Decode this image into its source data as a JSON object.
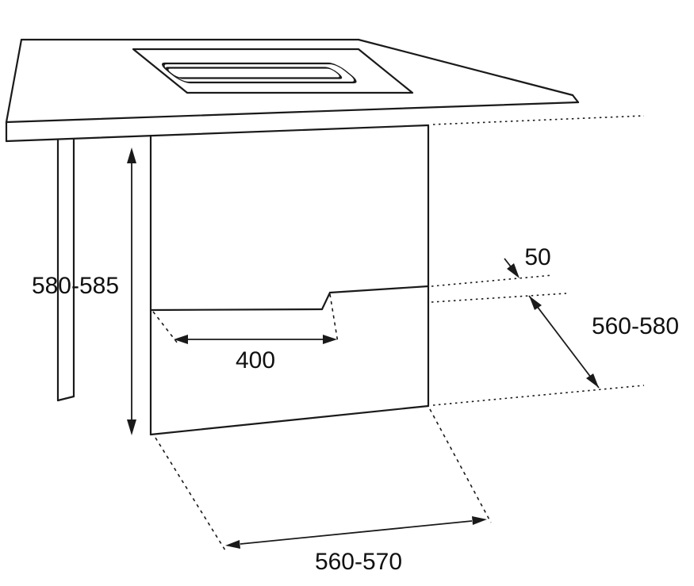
{
  "diagram": {
    "kind": "built-in appliance niche installation drawing",
    "labels": {
      "height": "580-585",
      "inner_width": "400",
      "clearance": "50",
      "depth": "560-580",
      "width": "560-570"
    },
    "colors": {
      "line": "#1a1a1a",
      "background": "#ffffff",
      "text": "#111111"
    }
  }
}
